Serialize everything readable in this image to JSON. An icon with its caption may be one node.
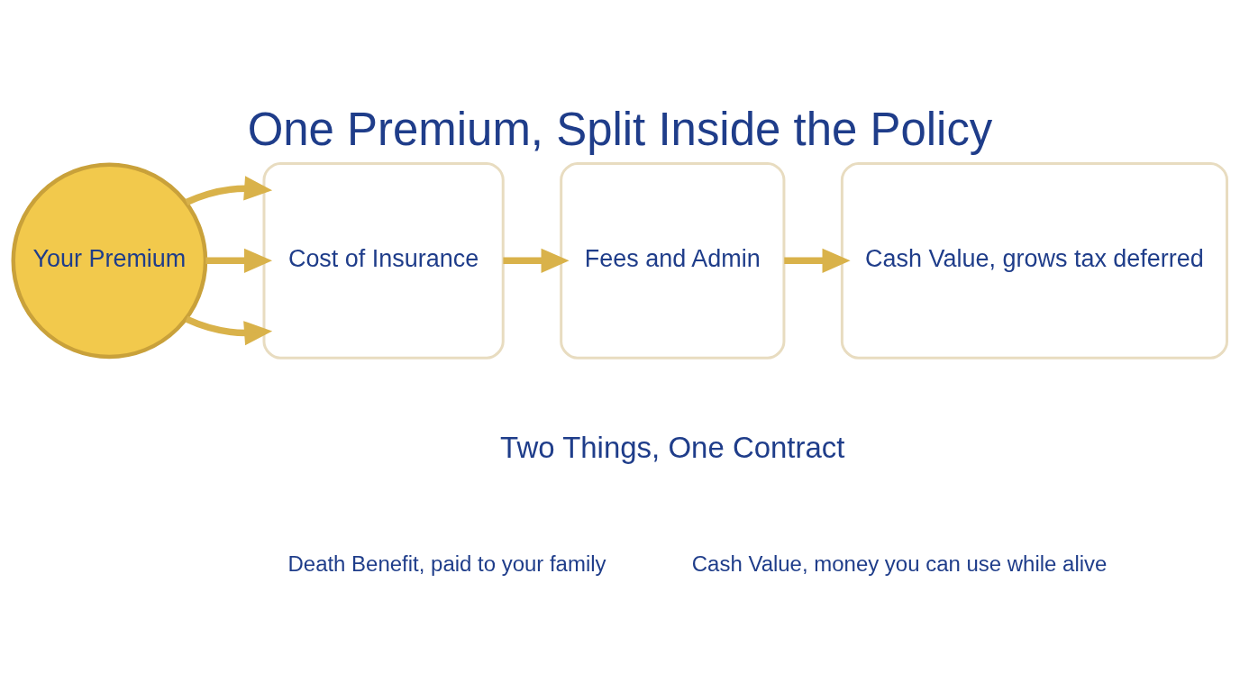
{
  "diagram": {
    "title": "One Premium, Split Inside the Policy",
    "nodes": [
      {
        "text": [
          "Your Premium"
        ]
      },
      {
        "text": [
          "Cost of Insurance"
        ]
      },
      {
        "text": [
          "Fees and Admin"
        ]
      },
      {
        "text": [
          "Cash Value, grows tax deferred"
        ]
      }
    ],
    "edges": [
      {
        "from": 0,
        "to": 1,
        "arrow": "to"
      },
      {
        "from": 0,
        "to": 1,
        "arrow": "to"
      },
      {
        "from": 0,
        "to": 1,
        "arrow": "to"
      },
      {
        "from": 1,
        "to": 2,
        "arrow": "to"
      },
      {
        "from": 2,
        "to": 3,
        "arrow": "to"
      }
    ],
    "labels": [
      "Two Things, One Contract",
      "Death Benefit, paid to your family",
      "Cash Value, money you can use while alive"
    ]
  }
}
